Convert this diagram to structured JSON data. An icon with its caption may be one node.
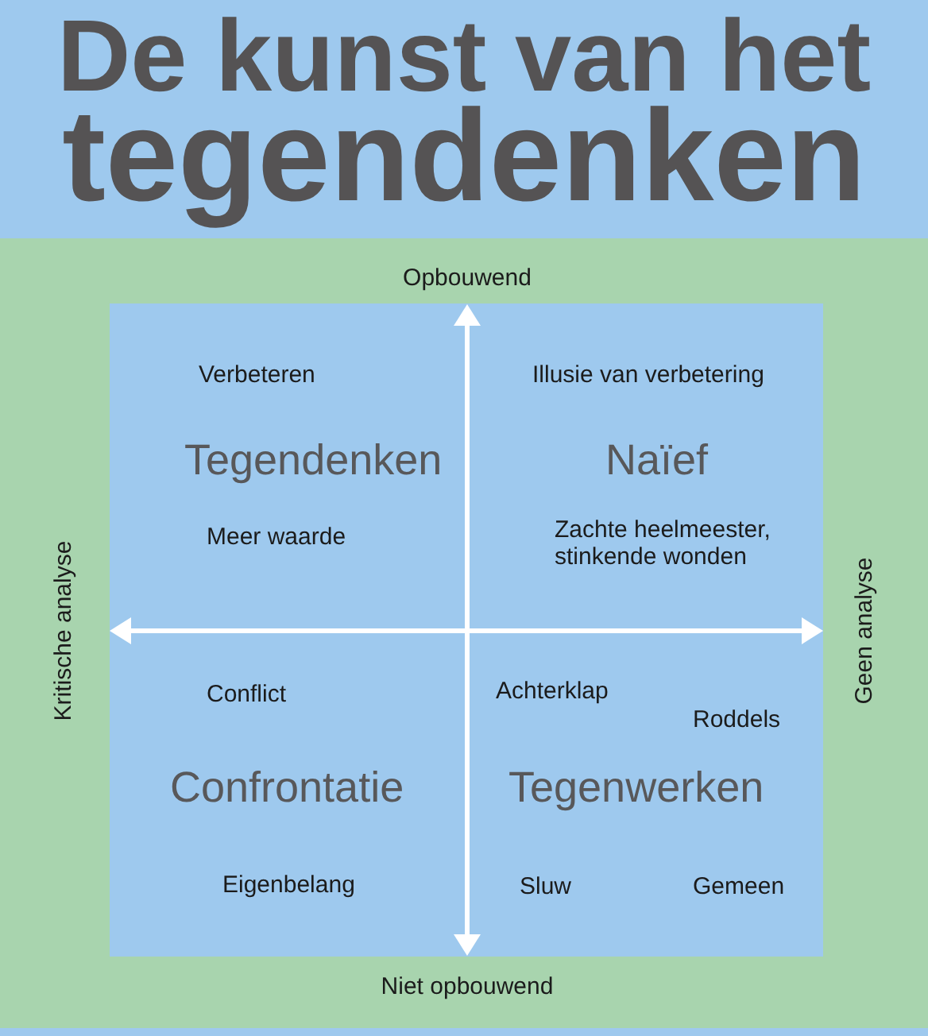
{
  "diagram": {
    "title": "De kunst van het tegendenken",
    "labels": [
      "Opbouwend",
      "Verbeteren",
      "Illusie van verbetering",
      "Tegendenken",
      "Naïef",
      "Meer waarde",
      "Zachte heelmeester, stinkende wonden",
      "Kritische analyse",
      "Geen analyse",
      "Conflict",
      "Achterklap",
      "Roddels",
      "Confrontatie",
      "Tegenwerken",
      "Eigenbelang",
      "Sluw",
      "Gemeen",
      "Niet opbouwend"
    ]
  }
}
